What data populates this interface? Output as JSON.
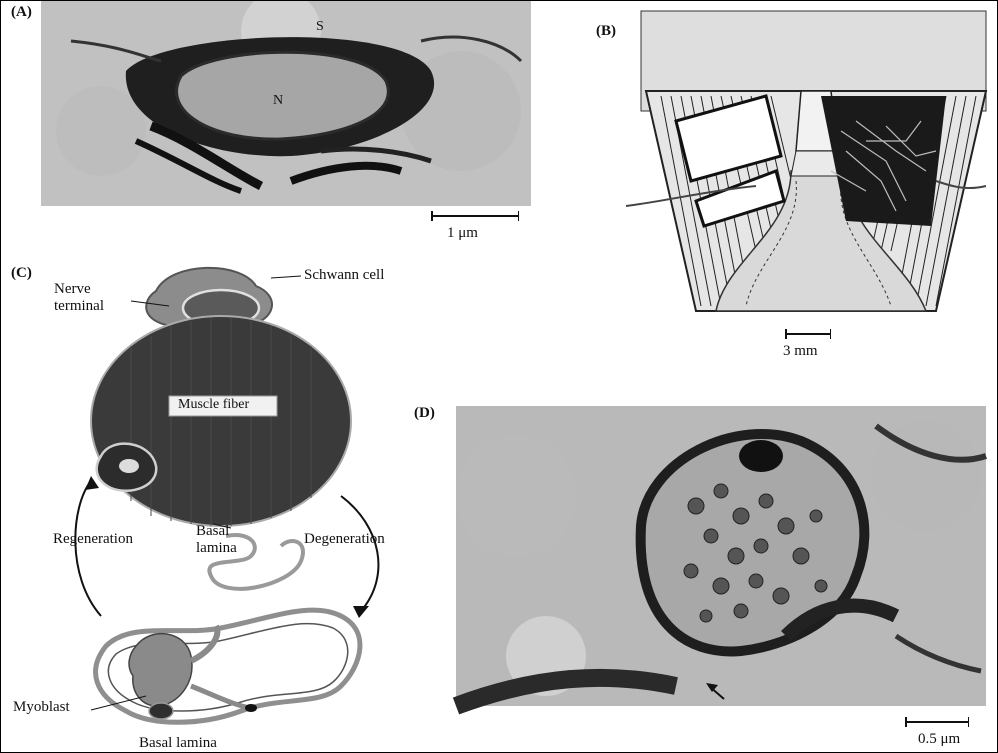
{
  "panels": {
    "A": {
      "label": "(A)",
      "annotation_s": "S",
      "annotation_n": "N",
      "scale": "1 μm"
    },
    "B": {
      "label": "(B)",
      "scale": "3 mm"
    },
    "C": {
      "label": "(C)",
      "nerve_terminal": "Nerve\nterminal",
      "schwann_cell": "Schwann cell",
      "muscle_fiber": "Muscle fiber",
      "regeneration": "Regeneration",
      "basal_lamina_mid": "Basal\nlamina",
      "degeneration": "Degeneration",
      "myoblast": "Myoblast",
      "basal_lamina_bottom": "Basal lamina"
    },
    "D": {
      "label": "(D)",
      "scale": "0.5 μm"
    }
  },
  "colors": {
    "muscle_dark": "#3a3a3a",
    "micrograph_gray": "#8a8a8a",
    "lamina_gray": "#9a9a9a",
    "light_fill": "#d6d6d6"
  }
}
